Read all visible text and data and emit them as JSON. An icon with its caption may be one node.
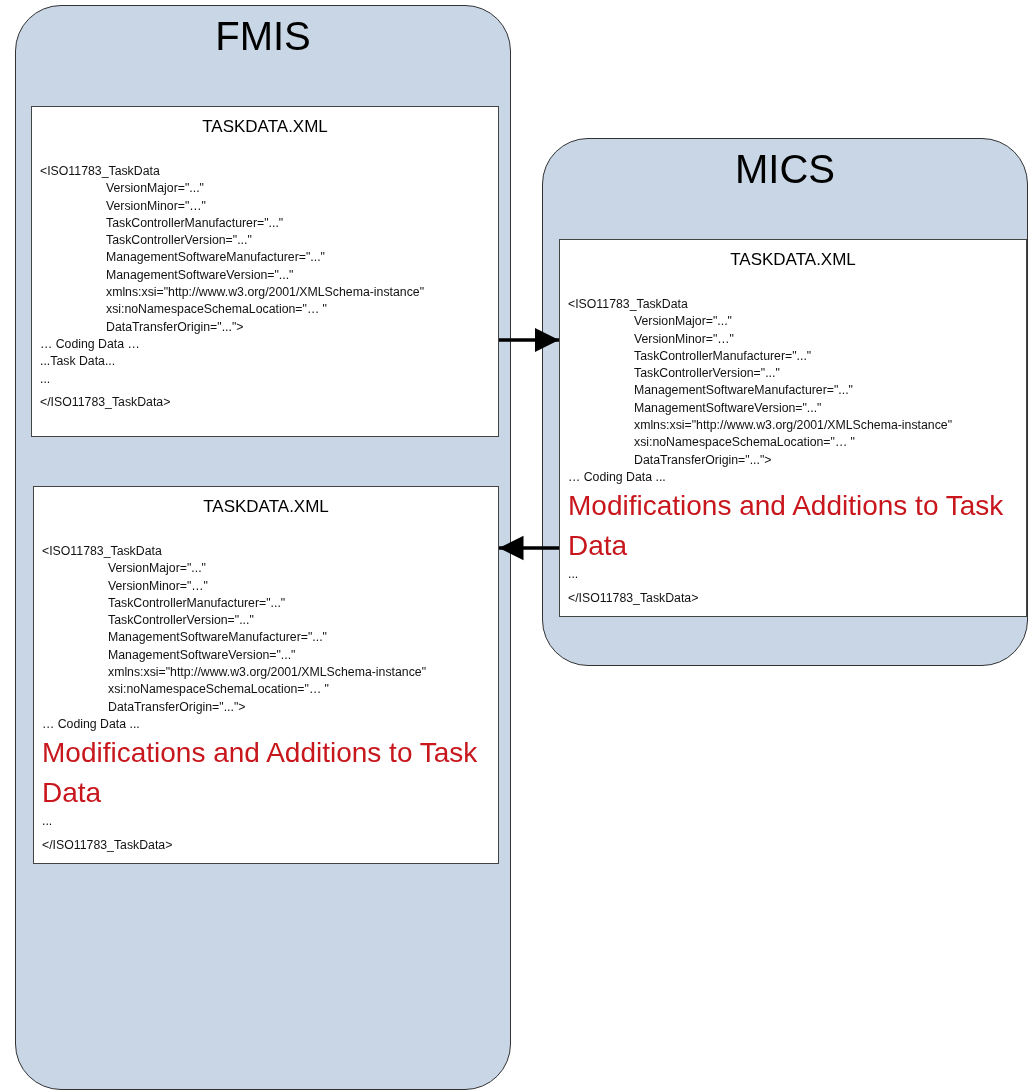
{
  "diagram": {
    "nodes": [
      {
        "text": [
          "FMIS"
        ]
      },
      {
        "text": [
          "TASKDATA.XML",
          "<ISO11783_TaskData",
          "VersionMajor=\"...\"",
          "VersionMinor=\"…\"",
          "TaskControllerManufacturer=\"...\"",
          "TaskControllerVersion=\"...\"",
          "ManagementSoftwareManufacturer=\"...\"",
          "ManagementSoftwareVersion=\"...\"",
          "xmlns:xsi=\"http://www.w3.org/2001/XMLSchema-instance\"",
          "xsi:noNamespaceSchemaLocation=\"… \"",
          "DataTransferOrigin=\"...\">",
          "… Coding Data …",
          "...Task Data...",
          "...",
          "</ISO11783_TaskData>"
        ],
        "in": 0
      },
      {
        "text": [
          "MICS"
        ]
      },
      {
        "text": [
          "TASKDATA.XML",
          "<ISO11783_TaskData",
          "VersionMajor=\"...\"",
          "VersionMinor=\"…\"",
          "TaskControllerManufacturer=\"...\"",
          "TaskControllerVersion=\"...\"",
          "ManagementSoftwareManufacturer=\"...\"",
          "ManagementSoftwareVersion=\"...\"",
          "xmlns:xsi=\"http://www.w3.org/2001/XMLSchema-instance\"",
          "xsi:noNamespaceSchemaLocation=\"… \"",
          "DataTransferOrigin=\"...\">",
          "… Coding Data ...",
          "Modifications and Additions to Task Data",
          "...",
          "</ISO11783_TaskData>"
        ],
        "in": 2
      },
      {
        "text": [
          "TASKDATA.XML",
          "<ISO11783_TaskData",
          "VersionMajor=\"...\"",
          "VersionMinor=\"…\"",
          "TaskControllerManufacturer=\"...\"",
          "TaskControllerVersion=\"...\"",
          "ManagementSoftwareManufacturer=\"...\"",
          "ManagementSoftwareVersion=\"...\"",
          "xmlns:xsi=\"http://www.w3.org/2001/XMLSchema-instance\"",
          "xsi:noNamespaceSchemaLocation=\"… \"",
          "DataTransferOrigin=\"...\">",
          "… Coding Data ...",
          "Modifications and Additions to Task Data",
          "...",
          "</ISO11783_TaskData>"
        ],
        "in": 0
      }
    ],
    "edges": [
      {
        "from": 1,
        "to": 3,
        "arrow": "to"
      },
      {
        "from": 3,
        "to": 4,
        "arrow": "to"
      }
    ]
  }
}
